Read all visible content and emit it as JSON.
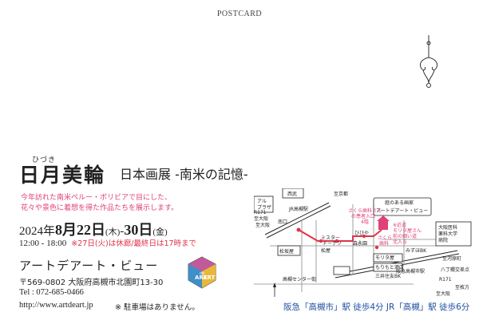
{
  "postcard_label": "POSTCARD",
  "title": {
    "main": "日月美輪",
    "ruby": "ひづき",
    "subtitle": "日本画展 -南米の記憶-"
  },
  "description": [
    "今年訪れた南米ペルー・ボリビアで目にした、",
    "花々や景色に着想を得た作品たちを展示します。"
  ],
  "date": {
    "year": "2024年",
    "month": "8月",
    "day_start": "22日",
    "dow_start": "(木)",
    "sep": "-",
    "day_end": "30日",
    "dow_end": "(金)"
  },
  "time": {
    "hours": "12:00 - 18:00",
    "note": "※27日(火)は休廊/最終日は17時まで"
  },
  "gallery": {
    "name": "アートデアート・ビュー",
    "address": "〒569-0802 大阪府高槻市北園町13-30",
    "tel": "Tel : 072-685-0466",
    "url": "http://www.artdeart.jp",
    "parking": "※ 駐車場はありません。"
  },
  "logo": {
    "line1": "ART",
    "line2": "ART",
    "sub": "de"
  },
  "map": {
    "labels": {
      "seibu": "西武",
      "kyoto1": "至京都",
      "alplaza1": "アル",
      "alplaza2": "プラザ",
      "osaka1": "至大阪",
      "jr": "JR高槻駅",
      "minamiguchi": "南口",
      "mister": "ミスター",
      "donuts": "ドーナツ",
      "hibiya": "ひびや",
      "morinaga": "森永園",
      "shoubou1": "松坂屋",
      "matsuya": "松屋",
      "dental1": "さくら歯科さん",
      "dental2": "の患者入口",
      "dental3": "4階",
      "dental4": "さくら",
      "dental5": "歯科",
      "garden_gallery": "庭のある画家",
      "gallery_name": "アートデアート・ビュー",
      "kinshin1": "※近道",
      "kinshin2": "モリタ屋さん",
      "kinshin3": "前の細い道",
      "kinshin4": "北入る",
      "hospital1": "大阪医科",
      "hospital2": "薬科大学",
      "hospital3": "病院",
      "mizuho": "みずほBK",
      "morita": "モリタ屋",
      "morimoto": "もりもと酒店",
      "mitsui": "三井住友BK",
      "hankyu": "阪急高槻市駅",
      "kyoto2": "至河原町",
      "hatchoume": "八丁畷交差点",
      "r171": "R171",
      "hirakata": "至枚方",
      "osaka2": "至大阪",
      "center": "高槻センター街",
      "r171top": "R171",
      "osaka3": "至大阪"
    }
  },
  "access": "阪急「高槻市」駅 徒歩4分 JR「高槻」駅 徒歩6分",
  "colors": {
    "accent": "#e0407a",
    "route": "#e0334a",
    "blue": "#1f4fa0"
  },
  "icons": [
    "chandelier-ornament-icon",
    "north-arrow-icon",
    "gallery-house-icon",
    "art-de-art-logo-icon"
  ]
}
